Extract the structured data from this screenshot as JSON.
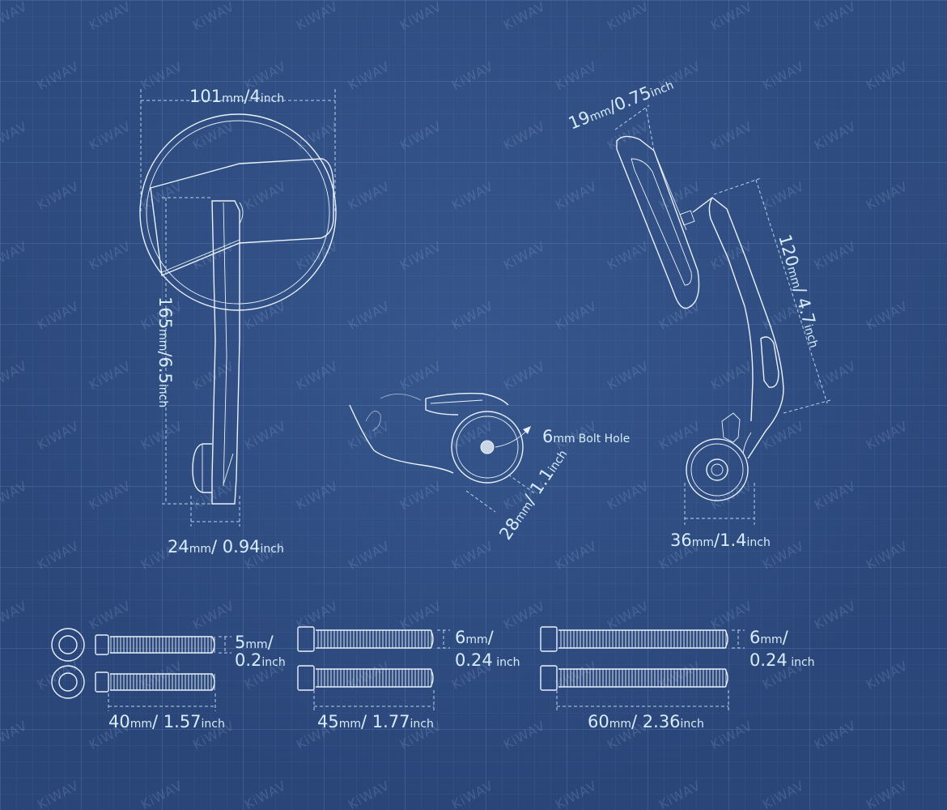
{
  "watermark": "KiWAV",
  "dims": {
    "front_width": {
      "num": "101",
      "unit1": "mm",
      "sep": "/",
      "num2": "4",
      "unit2": "inch"
    },
    "front_height": {
      "num": "165",
      "unit1": "mm",
      "sep": "/",
      "num2": "6.5",
      "unit2": "inch"
    },
    "front_base": {
      "num": "24",
      "unit1": "mm",
      "sep": "/ ",
      "num2": "0.94",
      "unit2": "inch"
    },
    "bolt_hole": {
      "num": "6",
      "unit1": "mm",
      "label": "Bolt Hole"
    },
    "clamp": {
      "num": "28",
      "unit1": "mm",
      "sep": "/ ",
      "num2": "1.1",
      "unit2": "inch"
    },
    "side_depth": {
      "num": "19",
      "unit1": "mm",
      "sep": "/",
      "num2": "0.75",
      "unit2": "inch"
    },
    "side_height": {
      "num": "120",
      "unit1": "mm",
      "sep": "/ ",
      "num2": "4.7",
      "unit2": "inch"
    },
    "side_base": {
      "num": "36",
      "unit1": "mm",
      "sep": "/",
      "num2": "1.4",
      "unit2": "inch"
    }
  },
  "bolts": [
    {
      "dia_num": "5",
      "dia_unit": "mm",
      "dia_sep": "/",
      "dia_num2": "0.2",
      "dia_unit2": "inch",
      "len_num": "40",
      "len_unit": "mm",
      "len_sep": "/ ",
      "len_num2": "1.57",
      "len_unit2": "inch"
    },
    {
      "dia_num": "6",
      "dia_unit": "mm",
      "dia_sep": "/",
      "dia_num2": "0.24",
      "dia_unit2": " inch",
      "len_num": "45",
      "len_unit": "mm",
      "len_sep": "/ ",
      "len_num2": "1.77",
      "len_unit2": "inch"
    },
    {
      "dia_num": "6",
      "dia_unit": "mm",
      "dia_sep": "/",
      "dia_num2": "0.24",
      "dia_unit2": " inch",
      "len_num": "60",
      "len_unit": "mm",
      "len_sep": "/ ",
      "len_num2": "2.36",
      "len_unit2": "inch"
    }
  ]
}
